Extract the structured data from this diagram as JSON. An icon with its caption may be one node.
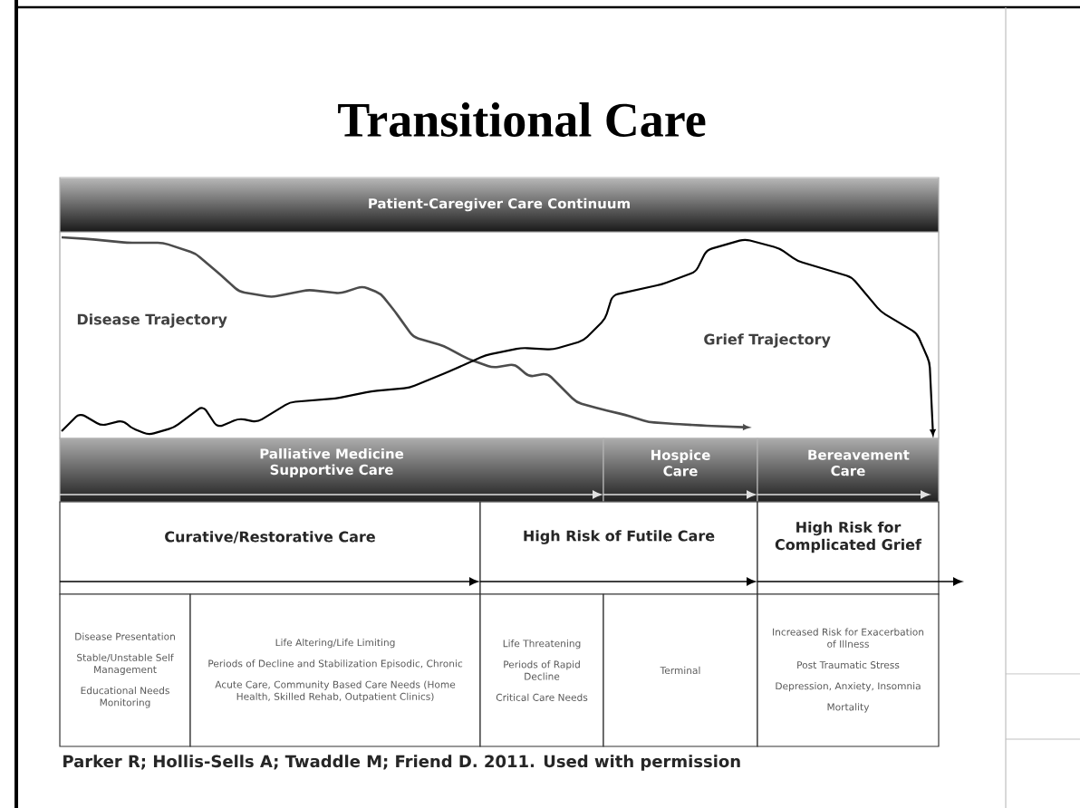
{
  "diagram": {
    "title": "Transitional Care",
    "caption": "Parker R; Hollis-Sells A; Twaddle M; Friend D. 2011. Used with permission",
    "nodes": [
      {
        "text": [
          "Patient-Caregiver Care Continuum"
        ]
      },
      {
        "text": [
          "Palliative Medicine",
          "Supportive Care"
        ]
      },
      {
        "text": [
          "Hospice Care"
        ]
      },
      {
        "text": [
          "Bereavement Care"
        ]
      },
      {
        "text": [
          "Curative/Restorative Care"
        ]
      },
      {
        "text": [
          "High Risk of Futile Care"
        ]
      },
      {
        "text": [
          "High Risk for Complicated Grief"
        ]
      },
      {
        "text": [
          "Disease Presentation",
          "Stable/Unstable Self Management",
          "Educational Needs Monitoring"
        ]
      },
      {
        "text": [
          "Life Altering/Life Limiting",
          "Periods of Decline and Stabilization Episodic, Chronic",
          "Acute Care, Community Based Care Needs (Home Health, Skilled Rehab, Outpatient Clinics)"
        ]
      },
      {
        "text": [
          "Life Threatening",
          "Periods of Rapid Decline",
          "Critical Care Needs"
        ]
      },
      {
        "text": [
          "Terminal"
        ]
      },
      {
        "text": [
          "Increased Risk for Exacerbation of Illness",
          "Post Traumatic Stress",
          "Depression, Anxiety, Insomnia",
          "Mortality"
        ]
      }
    ],
    "edges": [
      {
        "from": 1,
        "to": 2,
        "arrow": "to",
        "color": "#e0e0e0"
      },
      {
        "from": 2,
        "to": 3,
        "arrow": "to",
        "color": "#e0e0e0"
      },
      {
        "from": 3,
        "to": null,
        "arrow": "to",
        "color": "#e0e0e0"
      },
      {
        "from": 4,
        "to": 5,
        "arrow": "to",
        "color": "#000000"
      },
      {
        "from": 5,
        "to": 6,
        "arrow": "to",
        "color": "#000000"
      },
      {
        "from": 6,
        "to": null,
        "arrow": "to",
        "color": "#000000"
      }
    ],
    "labels": [
      "Disease Trajectory",
      "Grief Trajectory"
    ]
  }
}
